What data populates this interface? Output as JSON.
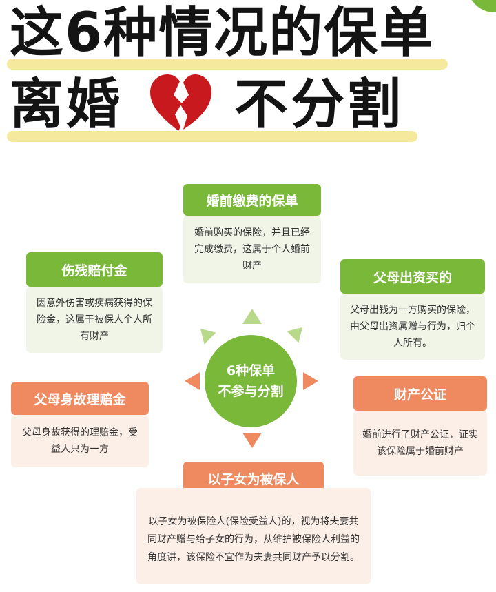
{
  "title": {
    "line1": "这6种情况的保单",
    "line2_left": "离婚",
    "line2_right": "不分割"
  },
  "center": {
    "line1": "6种保单",
    "line2": "不参与分割"
  },
  "cards": {
    "premarital_paid": {
      "title": "婚前缴费的保单",
      "body": "婚前购买的保险，并且已经完成缴费，这属于个人婚前财产"
    },
    "disability": {
      "title": "伤残赔付金",
      "body": "因意外伤害或疾病获得的保险金，这属于被保人个人所有财产"
    },
    "parents_funded": {
      "title": "父母出资买的",
      "body": "父母出钱为一方购买的保险，由父母出资属赠与行为，归个人所有。"
    },
    "parents_death": {
      "title": "父母身故理赔金",
      "body": "父母身故获得的理赔金，受益人只为一方"
    },
    "notarized": {
      "title": "财产公证",
      "body": "婚前进行了财产公证，证实该保险属于婚前财产"
    },
    "children_insured": {
      "title": "以子女为被保人",
      "body": "以子女为被保险人(保险受益人)的，视为将夫妻共同财产赠与给子女的行为，从维护被保险人利益的角度讲，该保险不宜作为夫妻共同财产予以分割。"
    }
  },
  "colors": {
    "green": "#7ab83a",
    "orange": "#ef8a60",
    "heart": "#c8191f",
    "highlight": "#f4e99d"
  },
  "icons": [
    "broken-heart-icon"
  ]
}
